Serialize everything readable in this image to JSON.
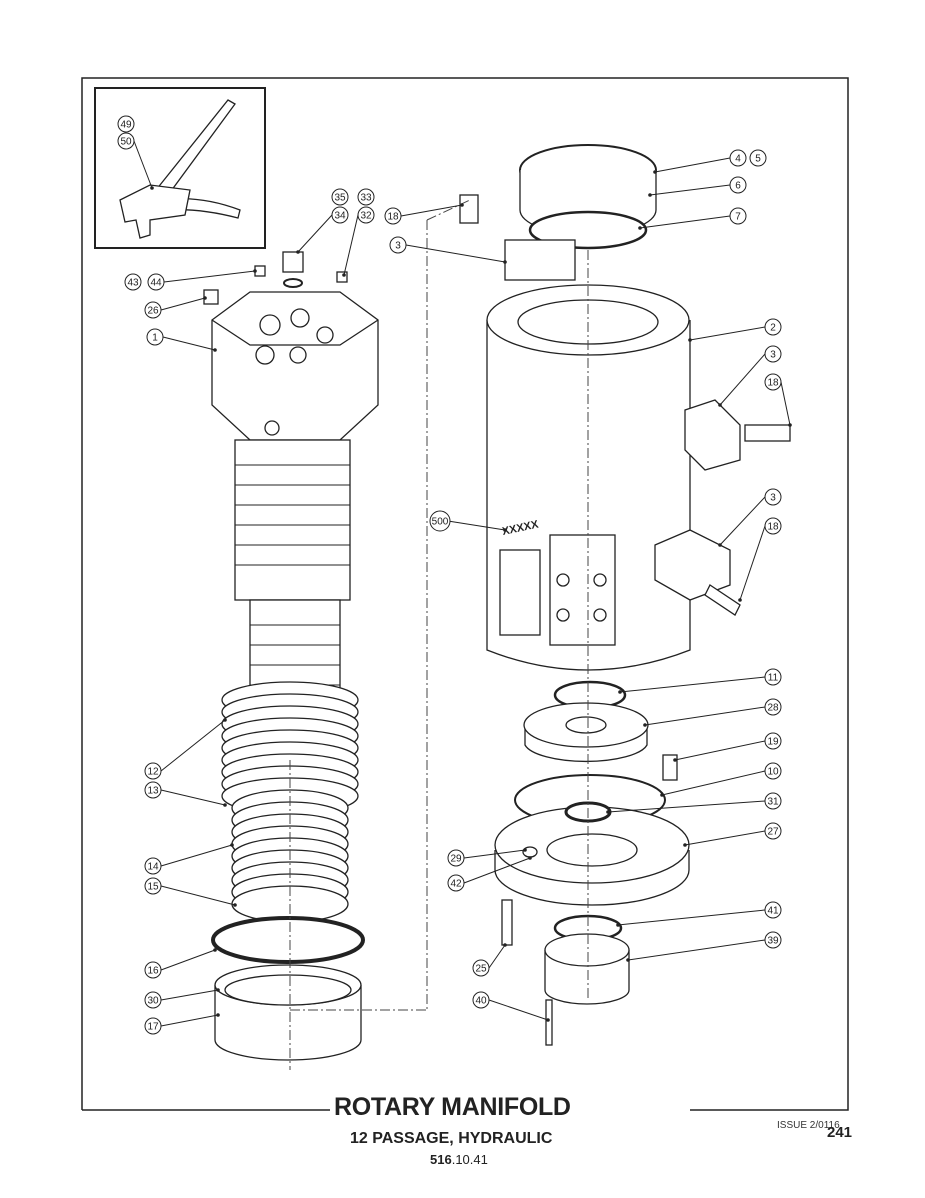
{
  "title": "ROTARY MANIFOLD",
  "subtitle": "12 PASSAGE, HYDRAULIC",
  "code_bold": "516",
  "code_rest": ".10.41",
  "issue": "ISSUE 2/0116",
  "page_number": "241",
  "part_marking": "XXXXX",
  "callouts": [
    "49",
    "50",
    "35",
    "33",
    "34",
    "32",
    "18",
    "3",
    "43",
    "44",
    "26",
    "1",
    "4",
    "5",
    "6",
    "7",
    "2",
    "3",
    "18",
    "3",
    "18",
    "500",
    "11",
    "28",
    "19",
    "10",
    "31",
    "27",
    "29",
    "42",
    "41",
    "39",
    "25",
    "40",
    "12",
    "13",
    "14",
    "15",
    "16",
    "30",
    "17"
  ]
}
